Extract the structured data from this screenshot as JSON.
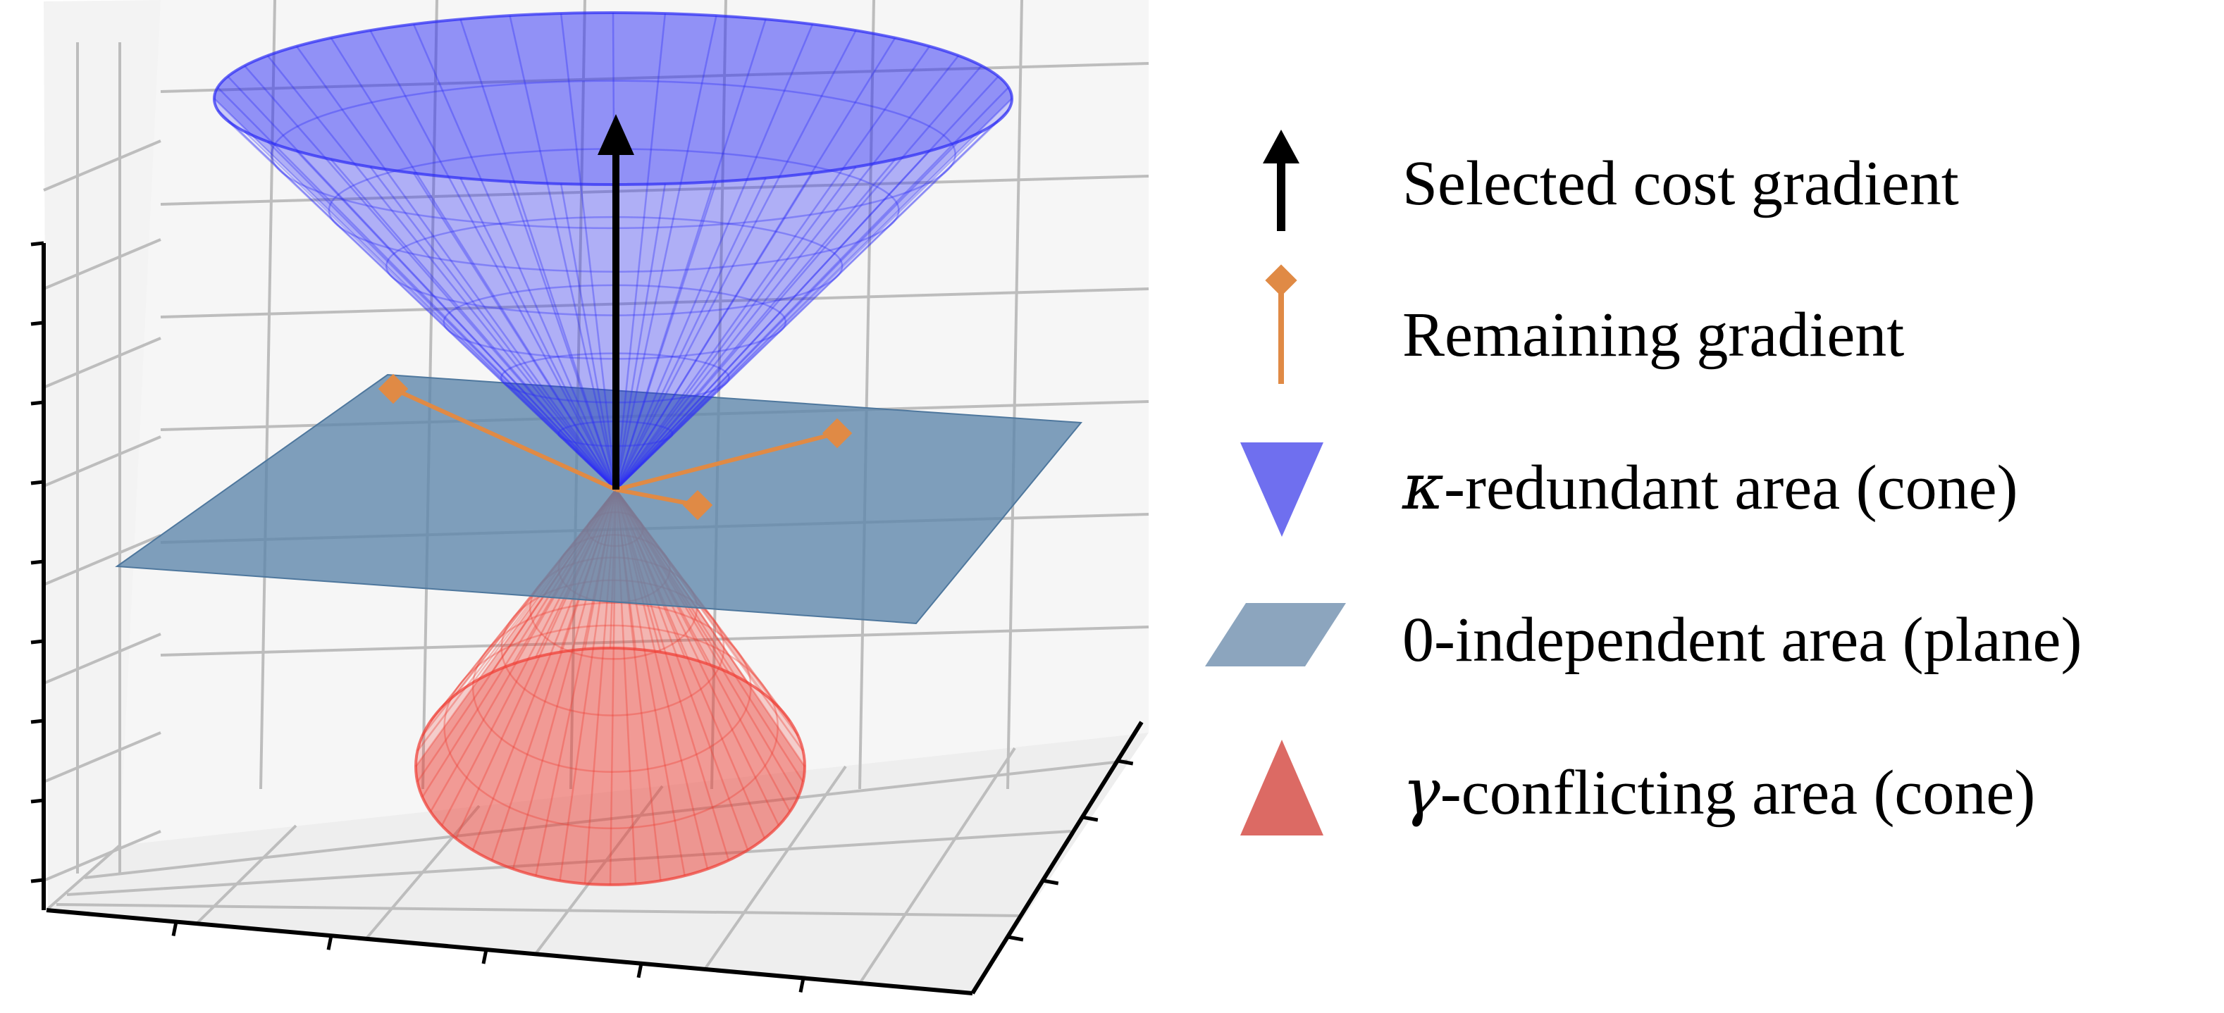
{
  "legend": {
    "items": [
      {
        "id": "selected",
        "label": "Selected cost gradient",
        "prefix": "",
        "color": "#000000",
        "icon": "arrow-up-icon"
      },
      {
        "id": "remaining",
        "label": "Remaining gradient",
        "prefix": "",
        "color": "#E08A45",
        "icon": "diamond-stem-icon"
      },
      {
        "id": "redundant",
        "label": "-redundant area (cone)",
        "prefix": "κ",
        "color": "#6F6FEF",
        "icon": "triangle-down-icon"
      },
      {
        "id": "independent",
        "label": "0-independent area (plane)",
        "prefix": "",
        "color": "#8CA5BE",
        "icon": "parallelogram-icon"
      },
      {
        "id": "conflicting",
        "label": "-conflicting area (cone)",
        "prefix": "γ",
        "color": "#DC6A64",
        "icon": "triangle-up-icon"
      }
    ]
  },
  "colors": {
    "upper_cone": "#2A2AF5",
    "lower_cone": "#EF3B32",
    "plane": "#5C85AB",
    "gradient_selected": "#000000",
    "gradient_remaining": "#E08A45",
    "pane": "#F2F2F2",
    "grid": "#BDBDBD"
  }
}
